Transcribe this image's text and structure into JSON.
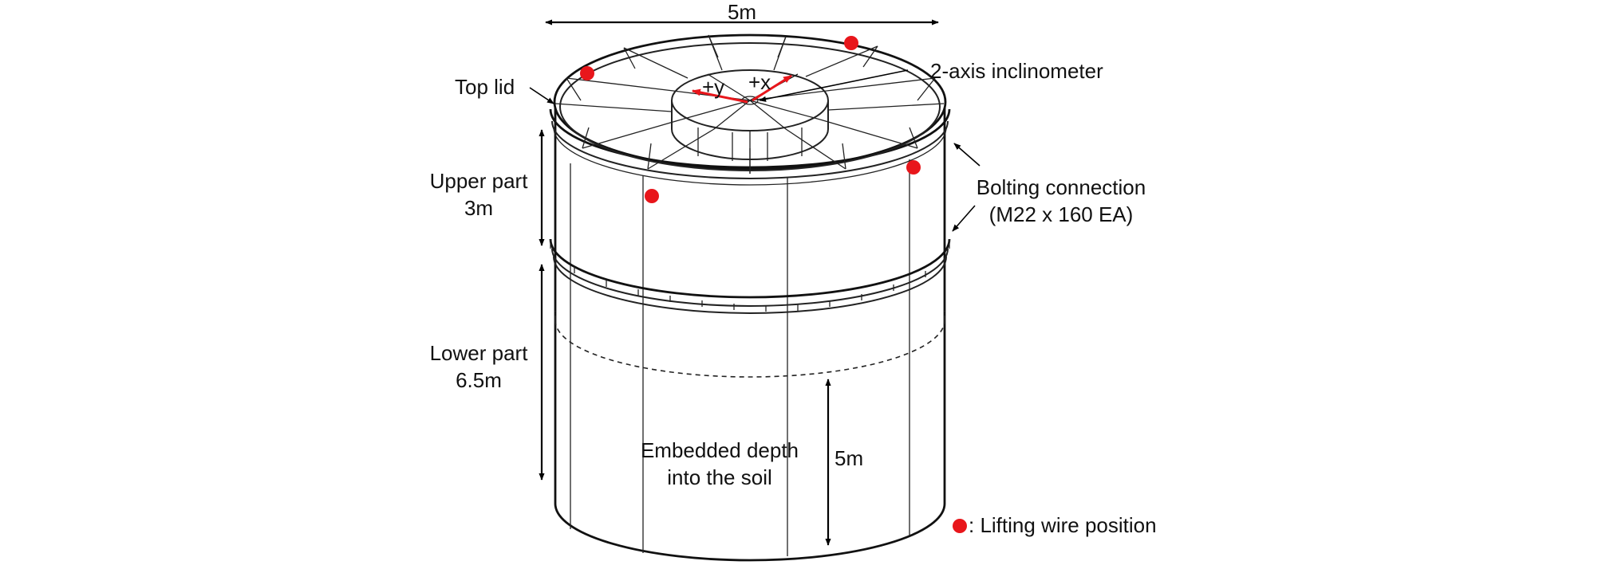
{
  "labels": {
    "diameter": "5m",
    "top_lid": "Top lid",
    "inclinometer": "2-axis inclinometer",
    "axis_y": "+y",
    "axis_x": "+x",
    "upper_part_line1": "Upper part",
    "upper_part_line2": "3m",
    "lower_part_line1": "Lower part",
    "lower_part_line2": "6.5m",
    "bolting_line1": "Bolting connection",
    "bolting_line2": "(M22 x 160 EA)",
    "embedded_line1": "Embedded depth",
    "embedded_line2": "into the soil",
    "embedded_depth": "5m",
    "legend_lifting": ": Lifting wire position"
  },
  "colors": {
    "lifting_point": "#e8161b",
    "axis_arrow": "#e8161b",
    "line": "#222222"
  },
  "icons": {
    "lifting_marker": "red-dot-icon"
  }
}
